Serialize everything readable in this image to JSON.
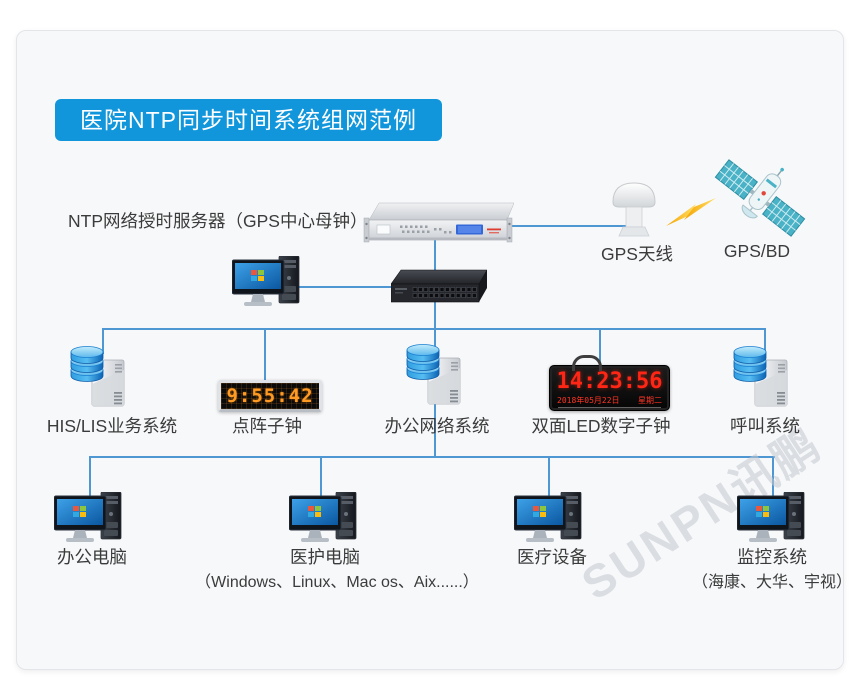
{
  "title_banner": "医院NTP同步时间系统组网范例",
  "ntp_server": {
    "label": "NTP网络授时服务器（GPS中心母钟）"
  },
  "gps": {
    "antenna_label": "GPS天线",
    "satellite_label": "GPS/BD"
  },
  "tier2": [
    {
      "id": "his-lis",
      "type": "server",
      "label": "HIS/LIS业务系统"
    },
    {
      "id": "dot-clock",
      "type": "dot-matrix-clock",
      "label": "点阵子钟",
      "time": "9:55:42"
    },
    {
      "id": "office-network",
      "type": "server",
      "label": "办公网络系统"
    },
    {
      "id": "led-clock",
      "type": "led-clock",
      "label": "双面LED数字子钟",
      "time": "14:23:56",
      "date": "2018年05月22日",
      "weekday": "星期二"
    },
    {
      "id": "call-system",
      "type": "server",
      "label": "呼叫系统"
    }
  ],
  "tier3": [
    {
      "id": "office-pc",
      "label": "办公电脑",
      "sub": ""
    },
    {
      "id": "medical-pc",
      "label": "医护电脑",
      "sub": "（Windows、Linux、Mac os、Aix......）"
    },
    {
      "id": "medical-device",
      "label": "医疗设备",
      "sub": ""
    },
    {
      "id": "monitoring",
      "label": "监控系统",
      "sub": "（海康、大华、宇视）"
    }
  ],
  "watermark": "SUNPN讯鹏",
  "colors": {
    "accent": "#1296db",
    "line": "#4f97d2",
    "led_red": "#ff2616",
    "dot_amber": "#ff9b25"
  }
}
